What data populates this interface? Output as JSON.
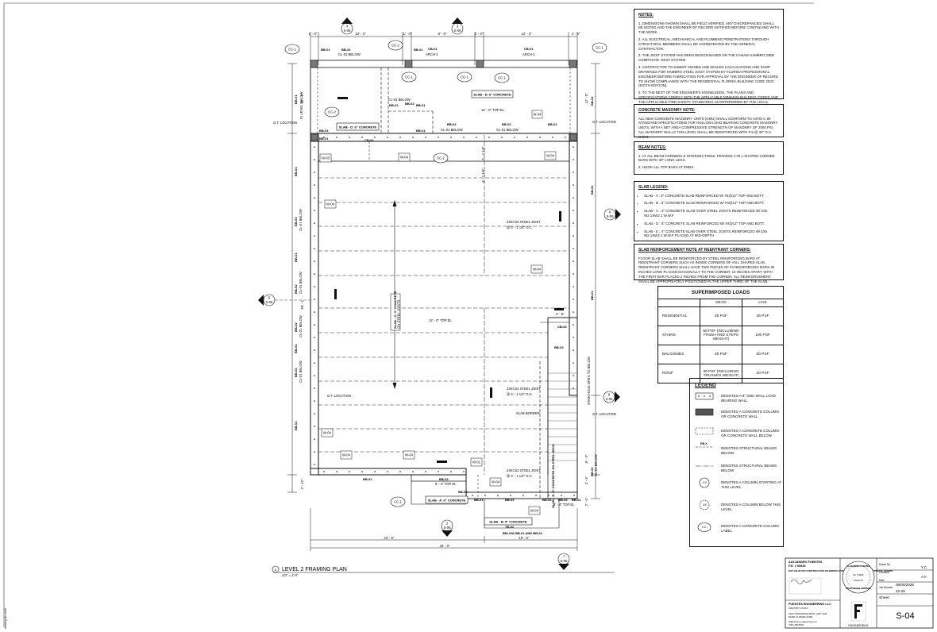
{
  "plan": {
    "title": "LEVEL 2 FRAMING PLAN",
    "scale": "1/4\" = 1'-0\"",
    "number": "1",
    "dims_top": [
      "1' - 0\"",
      "13' - 3\"",
      "1' - 0\"",
      "8' - 9\"",
      "1' - 0\"",
      "12' - 3\"",
      "1' - 0\""
    ],
    "dims_bottom": [
      "23' - 6\"",
      "16' - 6\"",
      "40' - 0\""
    ],
    "dims_left": [
      "12' - 5\"",
      "50' - 1\"",
      "2' - 10\""
    ],
    "dims_right": [
      "12' - 5\"",
      "8' - 3\"",
      "3' - 6\"",
      "2' - 6\""
    ],
    "callouts": {
      "top_4": "4",
      "top_4_sheet": "S-06",
      "top_3": "3",
      "top_3_sheet": "S-06",
      "right_6": "6",
      "right_6_sheet": "S-06",
      "right_8": "8",
      "right_8_sheet": "S-06",
      "left_5": "5",
      "left_5_sheet": "S-06",
      "bottom_2": "2",
      "bottom_2_sheet": "S-06",
      "bottom_7": "7",
      "bottom_7_sheet": "S-06"
    },
    "labels": {
      "cc1": "CC-1",
      "cc2": "CC-2",
      "bb01": "BB-01",
      "bb02": "BB-02",
      "bb03": "BB-03",
      "cb01": "CB-01",
      "cb02": "CB-02",
      "cb03": "CB-03",
      "tb01": "TB-01",
      "tb02": "TB-02",
      "w01": "W-01",
      "w03": "W-03",
      "w04": "W-04",
      "cl01_below": "CL-01 BELOW",
      "arch1": "ARCH-1",
      "in_level_below": "IN LEVEL BELOW",
      "gt_location": "G.T. LOCATION",
      "slab_border": "SLAB BORDER",
      "top_el_12": "12' - 0\" TOP EL",
      "top_el_9": "9' - 4\" TOP EL",
      "joist_55": "24KCS5 STEEL JOIST",
      "joist_4": "24KCS4 STEEL JOIST",
      "joist_2": "24KCS2 STEEL JOIST",
      "joist_spacing": "@ 4' - 1 1/4\" O.C.",
      "slab_d": "SLAB - D: 6\" CONCRETE",
      "slab_a": "SLAB - A: 6\" CONCRETE",
      "slab_b": "SLAB - B: 5\" CONCRETE",
      "slab_c": "SLAB - C: 3\" CONCRETE",
      "slab_c2": "ON STEEL JOISTS",
      "slab_e": "SLAB - E: 4\" CONCRETE ON STEEL DECK",
      "stair_hole": "STAIR HOLE OPEN TO BELOW",
      "below_bb": "BELOW BB-01 AND BB-02",
      "dim_small_1": "4' - 1 1/4\"",
      "dim_small_2": "4' - 6\"",
      "dim_small_3": "9' - 4\" TOP EL"
    }
  },
  "notes": {
    "title": "NOTES:",
    "items": [
      "1. DIMENSIONS SHOWN SHALL BE FIELD VERIFIED. ANY DISCREPANCIES SHALL BE NOTED AND THE ENGINEER OF RECORD NOTIFIED BEFORE CONTINUING WITH THE WORK.",
      "2. ALL ELECTRICAL, MECHANICAL AND PLUMBING PENETRATIONS THROUGH STRUCTURAL MEMBERS SHALL BE COORDINATED BY THE GENERAL CONTRACTOR.",
      "3. THE JOIST SYSTEM HAS BEEN DESIGN BASED ON THE CANAM HAMBRO D500 COMPOSITE JOIST SYSTEM",
      "4. CONTRACTOR TO SUBMIT SIGNED AND SEALED CALCULATIONS AND  SHOP DRAWINGS FOR HAMBRO STEEL JOIST SYSTEM BY FLORIDA PROFESSIONAL ENGINEER BEFORE FABRICATION FOR APPROVAL BY THE ENGINEER OF RECORD TO SHOW COMPLIANCE WITH THE RESIDENTIAL FLORIDA BUILDING CODE 2023 (EIGTH EDITION).",
      "5. TO THE BEST OF THE ENGINEER'S KNOWLEDGE, THE PLANS AND SPECIFICATIONS COMPLY WITH THE APPLICABLE MINIMUM BUILDING CODES AND THE APPLICABLE  FIRE-SAFETY STANDARDS AS DETERMINED BY THE LOCAL AUTHORITY IN ACCORDANCE WITH THIS SECTION AND CHAPTER 633, FLORIDA STATUTES."
    ]
  },
  "masonry": {
    "title": "CONCRETE MASONRY NOTE:",
    "text": "ALL NEW CONCRETE MASONRY UNITS (CMU) SHALL CONFORM TO ASTM C 90 STANDARD SPECIFICATIONS FOR HOLLOW LOAD BEARING CONCRETE MASONRY UNITS, WITH A NET AREA COMPRESSIVE STRENGTH OF MASONRY OF 2000 PSI. ALL MASONRY WALLS THIS LEVEL SHALL BE REINFORCED WITH # 5 @ 32\" O.C. U.O.N."
  },
  "beam_notes": {
    "title": "BEAM NOTES:",
    "items": [
      "1. AT ALL BEAM CORNERS & INTERSECTIONS, PROVIDE 2 #5 L-SHAPED CORNER BARS WITH 30\" LONG LEGS.",
      "2. HOOK ALL TOP BARS AT ENDS."
    ]
  },
  "slab_legend": {
    "title": "SLAB LEGEND:",
    "items": [
      "SLAB - A : 6\" CONCRETE SLAB REINFORCED W/ #4@12\" TOP AND BOTT.",
      "SLAB - B : 5\" CONCRETE SLAB REINFORCED W/ #4@12\" TOP AND BOTT.",
      "SLAB - C : 3\" CONCRETE SLAB OVER STEEL JOISTS REINFORCED W/ 6X6 W2.1XW2.1 W.W.F",
      "SLAB - D : 6\" CONCRETE SLAB REINFORCED W/ #4@12\" TOP AND BOTT.",
      "SLAB - E : 4\" CONCRETE SLAB OVER STEEL JOISTS REINFORCED W/ 6X6 W2.1XW2.1 W.W.F PLACED AT MID-DEPTH"
    ]
  },
  "reentrant": {
    "title": "SLAB REINFORCEMENT NOTE AT REENTRANT CORNERS:",
    "text": "FLOOR SLAB SHALL BE REINFORCED BY STEEL REINFORCING BARS AT REENTRANT CORNERS SUCH AS INSIDE CORNERS OF AN L SHAPED SLAB. REENTRANT CORNERS SHALL HAVE TWO PIECES OF #4 REINFORCING BARS 36 INCHES LONG PLACED DIAGONALLY TO THE CORNER, 12 INCHES APART, WITH THE FIRST BAR PLACED 2 INCHES FROM THE CORNER. ALL REINFORCEMENT SHALL BE APPROPRIATELY POSITIONED IN THE UPPER THIRD OF THE SLAB."
  },
  "loads": {
    "title": "SUPERIMPOSED LOADS",
    "col_dead": "DEAD",
    "col_live": "LIVE",
    "rows": [
      {
        "name": "RESIDENTIAL",
        "dead": "25 PSF",
        "live": "25 PSF"
      },
      {
        "name": "STAIRS",
        "dead": "50 PSF (INCLUDING FINISH AND STEPS WEIGHT)",
        "live": "100 PSF"
      },
      {
        "name": "BALCONIES",
        "dead": "25 PSF",
        "live": "60 PSF"
      },
      {
        "name": "ROOF",
        "dead": "30 PSF (INCLUDING TRUSSES WEIGHT)",
        "live": "20 PSF"
      }
    ]
  },
  "legend": {
    "title": "LEGEND",
    "items": [
      "DENOTES A 8\" CMU WALL LOAD BEARING WALL",
      "DENOTES A CONCRETE COLUMN OR CONCRETE WALL",
      "DENOTES A CONCRETE COLUMN OR CONCRETE WALL BELOW",
      "DENOTES STRUCTURAL BEAMS BELOW",
      "DENOTES STRUCTURAL BEAMS BELOW",
      "DENOTES A COLUMN STARTING AT THIS LEVEL",
      "DENOTES A COLUMN BELOW THIS LEVEL",
      "DENOTES A CONCRETE COLUMN LABEL"
    ],
    "sym_rb": "RB-X",
    "sym_xx": "XX",
    "sym_cc": "CC-"
  },
  "titleblock": {
    "engineer": "ALEJANDRO FUENTES",
    "pe": "P.E. # 90925",
    "not_valid": "NOT VALID FOR CONSTRUCTION OR BIDDING WITHOUT SIGNATURE & CITY APPROVAL STAMPS",
    "firm": "FUENTES ENGINEERING LLC",
    "firm_sub": "INDUSTRY # 9XXX",
    "address1": "13017 ANNANDALE BLVD, UNIT 1136",
    "address2": "MIAMI, FLORIDA 33186",
    "email": "af@fuentes-engineering.com",
    "phone": "(786) 299-6092",
    "seal_top": "ALEJANDRO FUENTES",
    "seal_no": "No. 90925",
    "seal_state": "STATE OF",
    "seal_pe": "PROFESSIONAL ENGINEER",
    "logo_text": "ENGINEERING",
    "drawn_by_label": "Drawn By",
    "drawn_by": "Y.C.",
    "checked_label": "Checked",
    "checked": "A.F.",
    "date_label": "Date",
    "date": "08/05/2026",
    "job_label": "Job Number",
    "job": "42-25",
    "sheet_label": "Sheet:",
    "sheet": "S-04",
    "side_ref": "drawing tile sheet"
  }
}
